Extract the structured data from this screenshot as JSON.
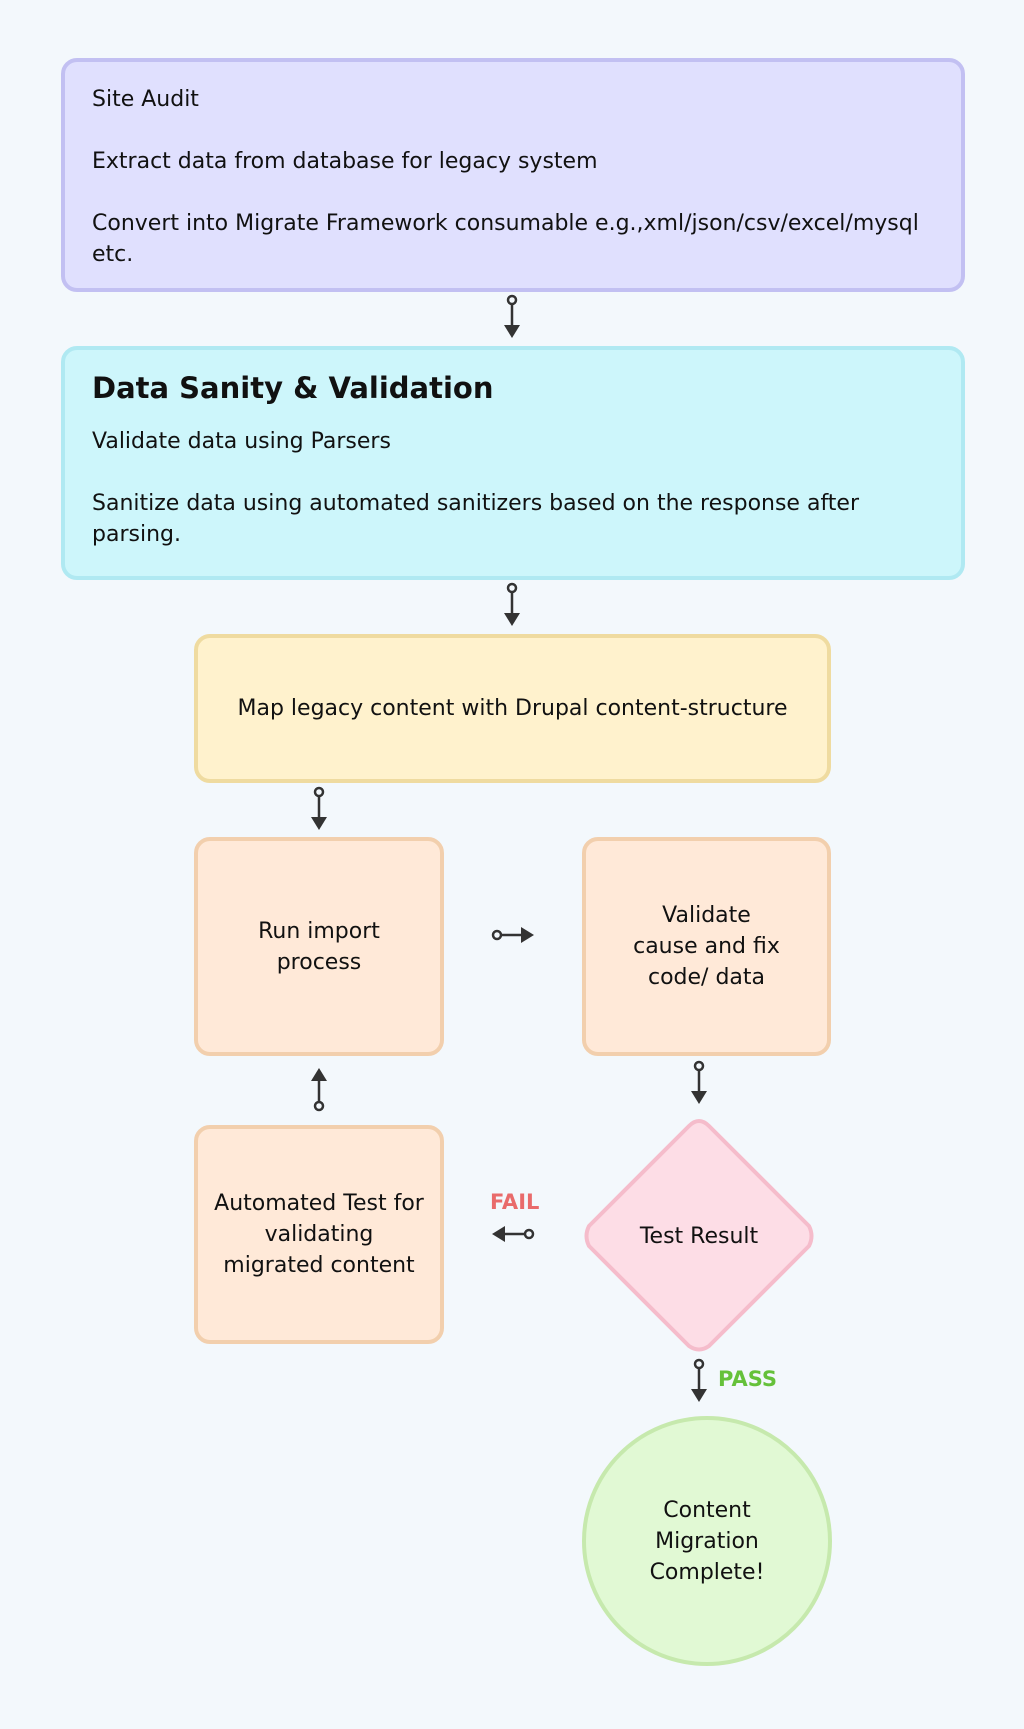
{
  "audit": {
    "line1": "Site Audit",
    "line2": "Extract data from database for legacy system",
    "line3": "Convert into Migrate Framework consumable e.g.,xml/json/csv/excel/mysql etc."
  },
  "sanity": {
    "title": "Data Sanity & Validation",
    "line1": "Validate data using Parsers",
    "line2": "Sanitize data using automated sanitizers based on the response after parsing."
  },
  "map": {
    "label": "Map legacy content with Drupal content-structure"
  },
  "run_import": {
    "label": "Run import process"
  },
  "validate_fix": {
    "label": "Validate cause and fix code/ data"
  },
  "automated_test": {
    "label": "Automated Test for validating migrated content"
  },
  "test_result": {
    "label": "Test Result"
  },
  "complete": {
    "label": "Content Migration Complete!"
  },
  "edges": {
    "fail": "FAIL",
    "pass": "PASS"
  },
  "colors": {
    "audit": "#e0e0fe",
    "sanity": "#cdf6fb",
    "map": "#fff2cd",
    "process": "#ffe9d8",
    "decision": "#fddde6",
    "complete": "#e1f9d4",
    "fail": "#e96b6b",
    "pass": "#65c13a"
  }
}
